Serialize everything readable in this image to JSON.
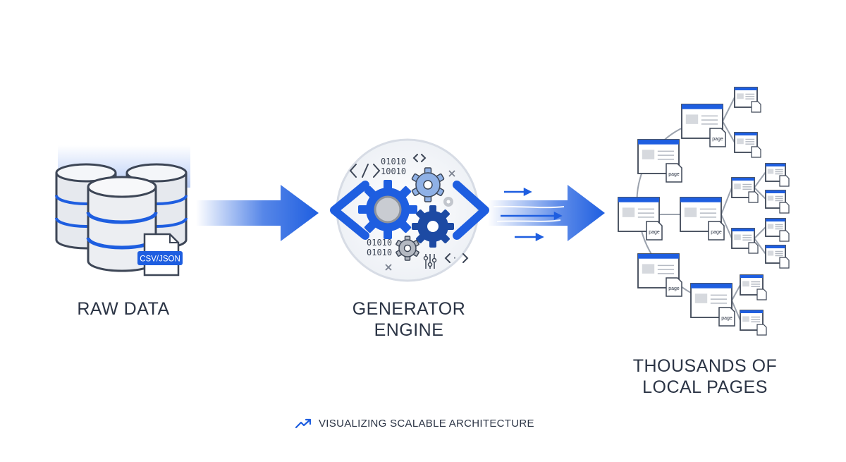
{
  "colors": {
    "accent": "#1e5ee0",
    "accent_dark": "#1a4fbf",
    "gear_dark": "#1d4aa3",
    "gear_light": "#8fb1e6",
    "outline": "#3d4656",
    "text": "#2b3445",
    "panel": "#eef0f4"
  },
  "icons": {
    "database": "database-stack-icon",
    "file": "file-icon",
    "gears": "gears-icon",
    "code": "code-brackets-icon",
    "trend": "trending-up-icon",
    "page": "web-page-icon"
  },
  "stages": {
    "raw": {
      "file_label": "CSV/JSON",
      "lines": [
        "RAW DATA"
      ]
    },
    "generator": {
      "lines": [
        "GENERATOR",
        "ENGINE"
      ],
      "binary_top": [
        "01010",
        "10010"
      ],
      "binary_bottom": [
        "01010",
        "01010"
      ]
    },
    "output": {
      "lines": [
        "THOUSANDS OF",
        "LOCAL PAGES"
      ],
      "page_tag": "page"
    }
  },
  "footer": {
    "text": "VISUALIZING SCALABLE ARCHITECTURE"
  }
}
